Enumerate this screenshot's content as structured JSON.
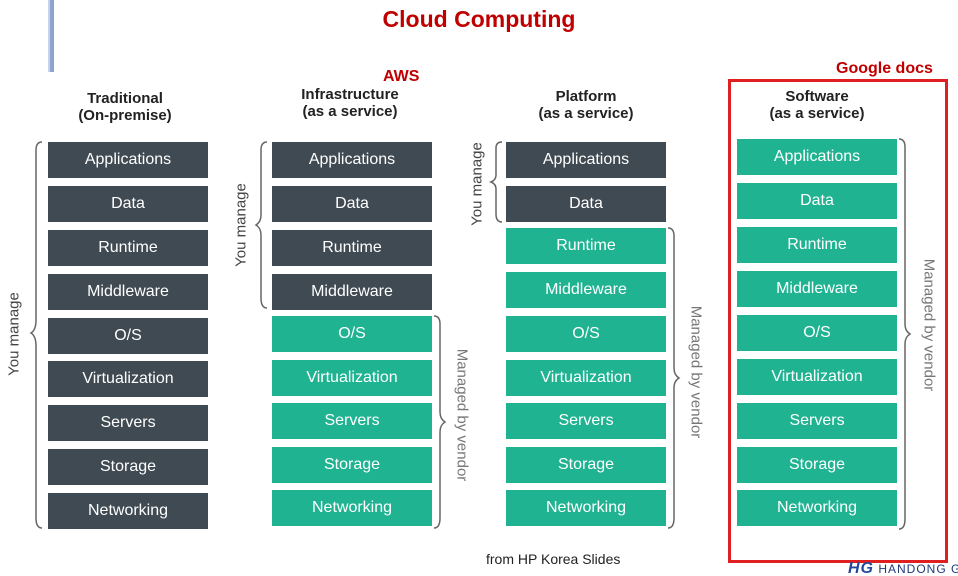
{
  "title": "Cloud Computing",
  "tags": {
    "aws": "AWS",
    "google": "Google docs"
  },
  "columns": [
    {
      "id": "traditional",
      "header": [
        "Traditional",
        "(On-premise)"
      ],
      "managed_count": 9
    },
    {
      "id": "iaas",
      "header": [
        "Infrastructure",
        "(as a service)"
      ],
      "managed_count": 4
    },
    {
      "id": "paas",
      "header": [
        "Platform",
        "(as a service)"
      ],
      "managed_count": 2
    },
    {
      "id": "saas",
      "header": [
        "Software",
        "(as a service)"
      ],
      "managed_count": 0
    }
  ],
  "layers": [
    "Applications",
    "Data",
    "Runtime",
    "Middleware",
    "O/S",
    "Virtualization",
    "Servers",
    "Storage",
    "Networking"
  ],
  "labels": {
    "you_manage": "You manage",
    "managed_by_vendor": "Managed by vendor"
  },
  "colors": {
    "you_manage": "#3f4a52",
    "vendor": "#1fb391",
    "accent": "#c00000",
    "highlight": "#e02020"
  },
  "footer": {
    "source": "from HP Korea Slides",
    "logo_text": "HANDONG GLOBAL",
    "logo_mark": "HG"
  }
}
